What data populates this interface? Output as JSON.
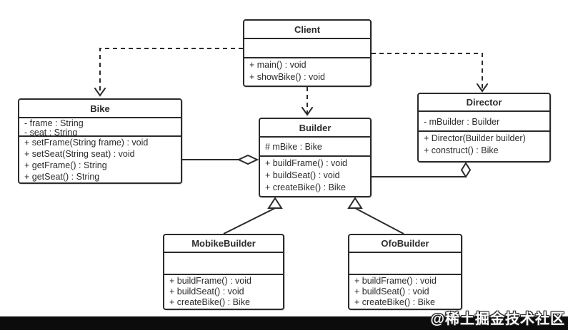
{
  "diagram": {
    "title": "Builder pattern UML class diagram",
    "colors": {
      "line": "#2b2b2b",
      "box_fill": "#ffffff",
      "background": "#ffffff",
      "bottom_bar": "#0c0c0c",
      "watermark_text": "#ffffff"
    },
    "watermark": "@稀土掘金技术社区",
    "classes": {
      "client": {
        "name": "Client",
        "attributes": [],
        "methods": [
          "+ main() : void",
          "+ showBike() : void"
        ]
      },
      "bike": {
        "name": "Bike",
        "attributes": [
          "- frame : String",
          "- seat : String"
        ],
        "methods": [
          "+ setFrame(String frame) : void",
          "+ setSeat(String seat) : void",
          "+ getFrame() : String",
          "+ getSeat() : String"
        ]
      },
      "builder": {
        "name": "Builder",
        "attributes": [
          "# mBike : Bike"
        ],
        "methods": [
          "+ buildFrame() : void",
          "+ buildSeat() : void",
          "+ createBike() : Bike"
        ]
      },
      "director": {
        "name": "Director",
        "attributes": [
          "- mBuilder : Builder"
        ],
        "methods": [
          "+ Director(Builder builder)",
          "+ construct() : Bike"
        ]
      },
      "mobike_builder": {
        "name": "MobikeBuilder",
        "attributes": [],
        "methods": [
          "+ buildFrame() : void",
          "+ buildSeat() : void",
          "+ createBike() : Bike"
        ]
      },
      "ofo_builder": {
        "name": "OfoBuilder",
        "attributes": [],
        "methods": [
          "+ buildFrame() : void",
          "+ buildSeat() : void",
          "+ createBike() : Bike"
        ]
      }
    },
    "relationships": [
      {
        "from": "Client",
        "to": "Bike",
        "type": "dependency"
      },
      {
        "from": "Client",
        "to": "Builder",
        "type": "dependency"
      },
      {
        "from": "Client",
        "to": "Director",
        "type": "dependency"
      },
      {
        "from": "Builder",
        "to": "Bike",
        "type": "aggregation"
      },
      {
        "from": "Director",
        "to": "Builder",
        "type": "aggregation"
      },
      {
        "from": "MobikeBuilder",
        "to": "Builder",
        "type": "generalization"
      },
      {
        "from": "OfoBuilder",
        "to": "Builder",
        "type": "generalization"
      }
    ]
  }
}
